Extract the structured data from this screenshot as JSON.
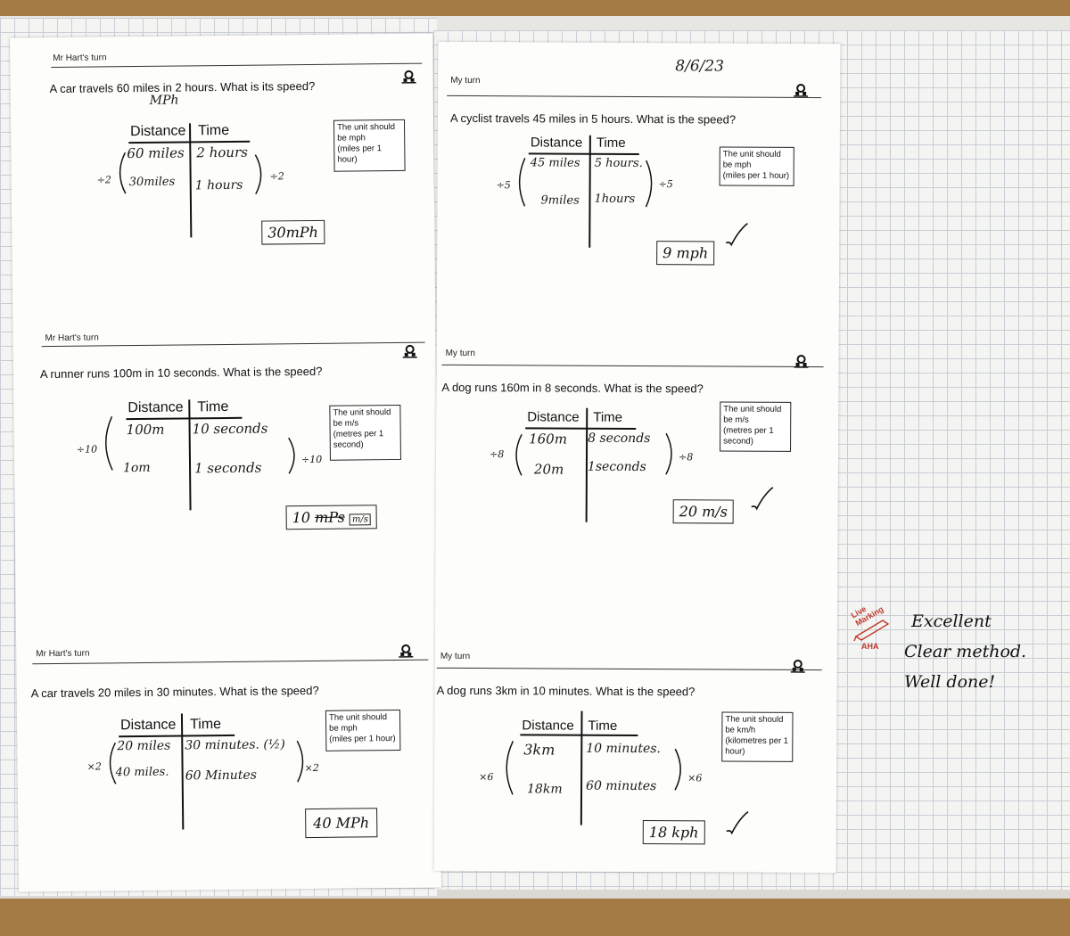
{
  "date": "8/6/23",
  "sections": [
    {
      "id": "l1",
      "header": "Mr Hart's turn",
      "question": "A car travels 60 miles in 2 hours.  What is its speed?",
      "extra": "MPh",
      "distance_head": "Distance",
      "time_head": "Time",
      "d1": "60 miles",
      "t1": "2 hours",
      "d2": "30miles",
      "t2": "1 hours",
      "left_op": "÷2",
      "right_op": "÷2",
      "unit_box": [
        "The unit should",
        "be mph",
        "(miles per 1 hour)"
      ],
      "answer": "30mPh",
      "ticked": false
    },
    {
      "id": "r1",
      "header": "My turn",
      "question": "A cyclist travels 45 miles in 5 hours.  What is the speed?",
      "distance_head": "Distance",
      "time_head": "Time",
      "d1": "45 miles",
      "t1": "5 hours.",
      "d2": "9miles",
      "t2": "1hours",
      "left_op": "÷5",
      "right_op": "÷5",
      "unit_box": [
        "The unit should",
        "be mph",
        "(miles per 1 hour)"
      ],
      "answer": "9 mph",
      "ticked": true
    },
    {
      "id": "l2",
      "header": "Mr Hart's turn",
      "question": "A runner runs 100m in 10 seconds.  What is the speed?",
      "distance_head": "Distance",
      "time_head": "Time",
      "d1": "100m",
      "t1": "10 seconds",
      "d2": "1om",
      "t2": "1 seconds",
      "left_op": "÷10",
      "right_op": "÷10",
      "unit_box": [
        "The unit should",
        "be m/s",
        "(metres per 1",
        "second)"
      ],
      "answer": "10",
      "answer_struck": "mPs",
      "answer_fix": "m/s",
      "ticked": false
    },
    {
      "id": "r2",
      "header": "My turn",
      "question": "A dog runs 160m in 8 seconds.  What is the speed?",
      "distance_head": "Distance",
      "time_head": "Time",
      "d1": "160m",
      "t1": "8 seconds",
      "d2": "20m",
      "t2": "1seconds",
      "left_op": "÷8",
      "right_op": "÷8",
      "unit_box": [
        "The unit should",
        "be m/s",
        "(metres per 1",
        "second)"
      ],
      "answer": "20 m/s",
      "ticked": true
    },
    {
      "id": "l3",
      "header": "Mr Hart's turn",
      "question": "A car travels 20 miles in 30 minutes.  What is the speed?",
      "distance_head": "Distance",
      "time_head": "Time",
      "d1": "20 miles",
      "t1": "30 minutes. (½)",
      "d2": "40 miles.",
      "t2": "60 Minutes",
      "left_op": "×2",
      "right_op": "×2",
      "unit_box": [
        "The unit should",
        "be mph",
        "(miles per 1 hour)"
      ],
      "answer": "40 MPh",
      "ticked": false
    },
    {
      "id": "r3",
      "header": "My turn",
      "question": "A dog runs 3km in 10 minutes.  What is the speed?",
      "distance_head": "Distance",
      "time_head": "Time",
      "d1": "3km",
      "t1": "10 minutes.",
      "d2": "18km",
      "t2": "60 minutes",
      "left_op": "×6",
      "right_op": "×6",
      "unit_box": [
        "The unit should",
        "be km/h",
        "(kilometres per 1",
        "hour)"
      ],
      "answer": "18 kph",
      "ticked": true
    }
  ],
  "stamp": {
    "line1": "Live Marking",
    "line2": "AHA"
  },
  "comment": {
    "line1": "Excellent",
    "line2": "Clear method.",
    "line3": "Well done!"
  },
  "colors": {
    "stamp": "#c0392b",
    "ink": "#111111",
    "table": "#faf9f7"
  }
}
